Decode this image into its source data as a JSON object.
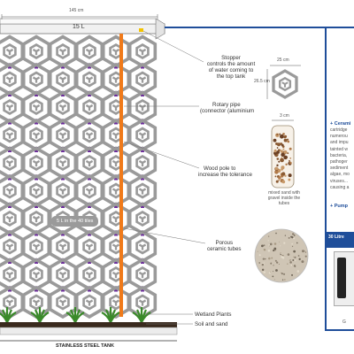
{
  "dimension_top": "145 cm",
  "top_tank": "15 L",
  "center_badge": "5 L in the 40 tiles",
  "bottom_tank": "STAINLESS STEEL TANK",
  "labels": {
    "stopper": [
      "Stopper",
      "controls the amount",
      "of water coming to",
      "the top tank"
    ],
    "rotary": [
      "Rotary pipe",
      "(connector (aluminium"
    ],
    "wood": [
      "Wood pole to",
      "increase the tolerance"
    ],
    "porous": [
      "Porous",
      "ceramic tubes"
    ],
    "wetland": "Wetland Plants",
    "soil": "Soil and sand"
  },
  "tile_dims": {
    "width": "25 cm",
    "height": "26.5 cm"
  },
  "tube": {
    "width": "3 cm",
    "caption": [
      "mixed sand with",
      "gravel inside the tubes"
    ]
  },
  "panel": {
    "title": "+ Cerami",
    "lines": [
      "cartridge",
      "numerou",
      "and impu",
      "tainted w",
      "bacteria,",
      "pathoger",
      "sediment",
      "algae, mo",
      "viruses...",
      "causing a"
    ],
    "pump": "+ Pump",
    "bar": "30 Litre",
    "footer": "G"
  },
  "colors": {
    "accent": "#1f4e9a",
    "pipe": "#f07a1a",
    "tile": "#9a9a9a",
    "connector": "#6a2a9a"
  }
}
